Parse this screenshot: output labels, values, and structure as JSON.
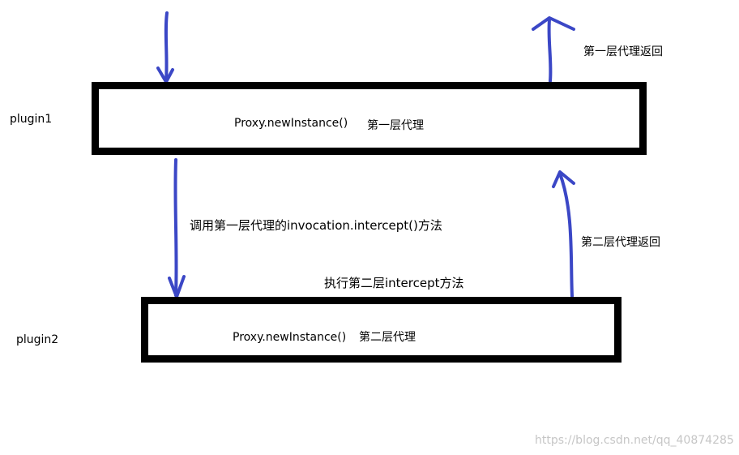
{
  "plugins": {
    "plugin1": {
      "side_label": "plugin1",
      "method": "Proxy.newInstance()",
      "proxy_label": "第一层代理"
    },
    "plugin2": {
      "side_label": "plugin2",
      "method": "Proxy.newInstance()",
      "proxy_label": "第二层代理"
    }
  },
  "annotations": {
    "return_first": "第一层代理返回",
    "call_intercept": "调用第一层代理的invocation.intercept()方法",
    "exec_second": "执行第二层intercept方法",
    "return_second": "第二层代理返回"
  },
  "watermark": "https://blog.csdn.net/qq_40874285",
  "colors": {
    "arrow": "#3b47c6",
    "box_border": "#000000",
    "watermark": "#c6c6c6"
  }
}
